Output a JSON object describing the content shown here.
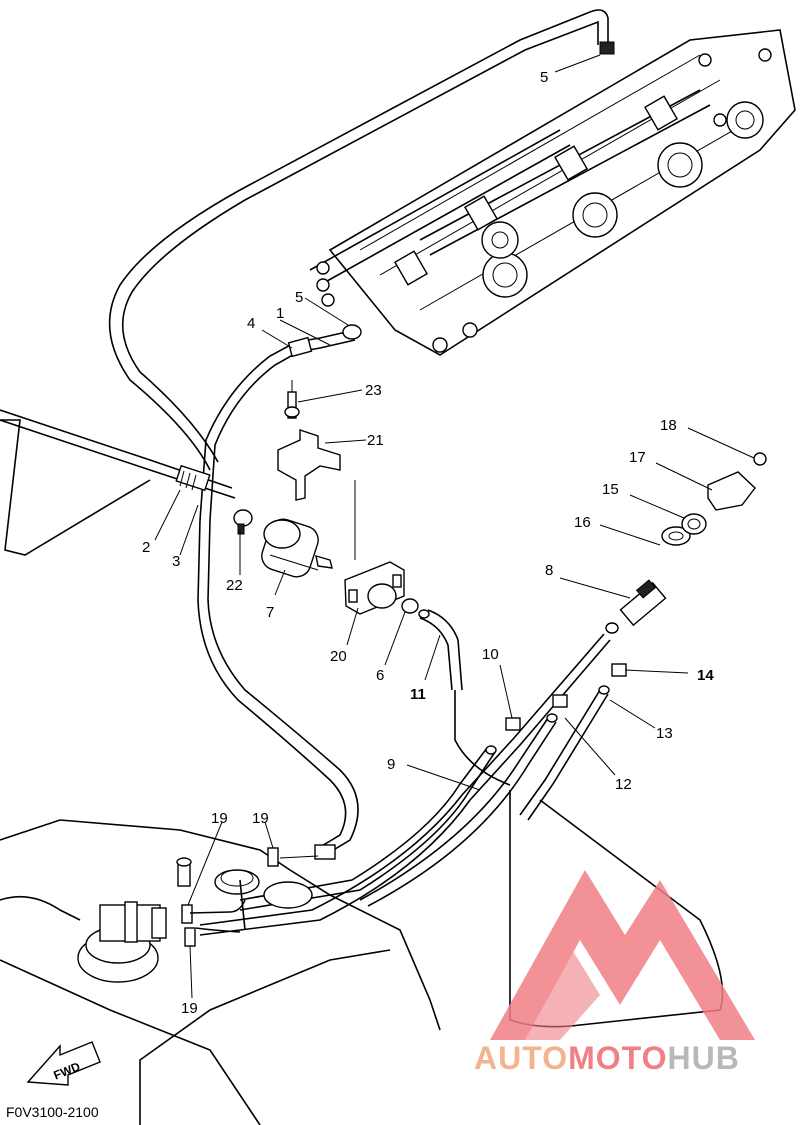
{
  "diagram_code": "F0V3100-2100",
  "fwd_label": "FWD",
  "watermark": {
    "part1": "AUTO",
    "part2": "MOTO",
    "part3": "HUB"
  },
  "labels": {
    "l1": "1",
    "l2": "2",
    "l3": "3",
    "l4": "4",
    "l5a": "5",
    "l5b": "5",
    "l6": "6",
    "l7": "7",
    "l8": "8",
    "l9": "9",
    "l10": "10",
    "l11": "11",
    "l12": "12",
    "l13": "13",
    "l14": "14",
    "l15": "15",
    "l16": "16",
    "l17": "17",
    "l18": "18",
    "l19a": "19",
    "l19b": "19",
    "l19c": "19",
    "l20": "20",
    "l21": "21",
    "l22": "22",
    "l23": "23"
  },
  "colors": {
    "line": "#000000",
    "watermark_red": "#f07f86",
    "watermark_orange": "#f2b38f",
    "watermark_grey": "#b8b8b8"
  }
}
